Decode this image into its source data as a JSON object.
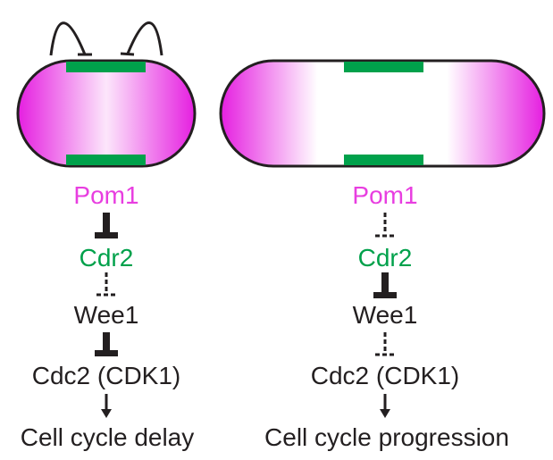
{
  "colors": {
    "pom1": "#e83ee0",
    "cdr2": "#00a14b",
    "black": "#231f20"
  },
  "left": {
    "pom1": "Pom1",
    "cdr2": "Cdr2",
    "wee1": "Wee1",
    "cdc2": "Cdc2 (CDK1)",
    "outcome": "Cell cycle delay"
  },
  "right": {
    "pom1": "Pom1",
    "cdr2": "Cdr2",
    "wee1": "Wee1",
    "cdc2": "Cdc2 (CDK1)",
    "outcome": "Cell cycle progression"
  }
}
